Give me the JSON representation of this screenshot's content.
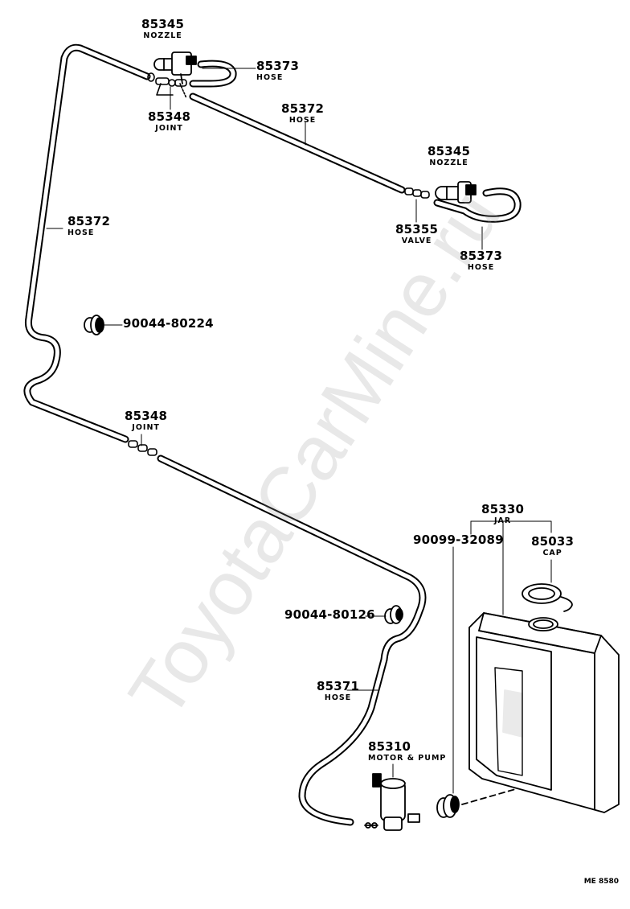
{
  "watermark": "ToyotaCarMine.ru",
  "figure_code": "ME 8580",
  "labels": {
    "nozzle_top": {
      "part": "85345",
      "name": "NOZZLE"
    },
    "hose_top": {
      "part": "85373",
      "name": "HOSE"
    },
    "joint_top": {
      "part": "85348",
      "name": "JOINT"
    },
    "hose_mid": {
      "part": "85372",
      "name": "HOSE"
    },
    "nozzle_right": {
      "part": "85345",
      "name": "NOZZLE"
    },
    "valve": {
      "part": "85355",
      "name": "VALVE"
    },
    "hose_right": {
      "part": "85373",
      "name": "HOSE"
    },
    "hose_left": {
      "part": "85372",
      "name": "HOSE"
    },
    "grommet_upper": {
      "part": "90044-80224"
    },
    "joint_lower": {
      "part": "85348",
      "name": "JOINT"
    },
    "jar": {
      "part": "85330",
      "name": "JAR"
    },
    "grommet_jar": {
      "part": "90099-32089"
    },
    "cap": {
      "part": "85033",
      "name": "CAP"
    },
    "grommet_lower": {
      "part": "90044-80126"
    },
    "hose_lower": {
      "part": "85371",
      "name": "HOSE"
    },
    "pump": {
      "part": "85310",
      "name": "MOTOR & PUMP"
    }
  }
}
